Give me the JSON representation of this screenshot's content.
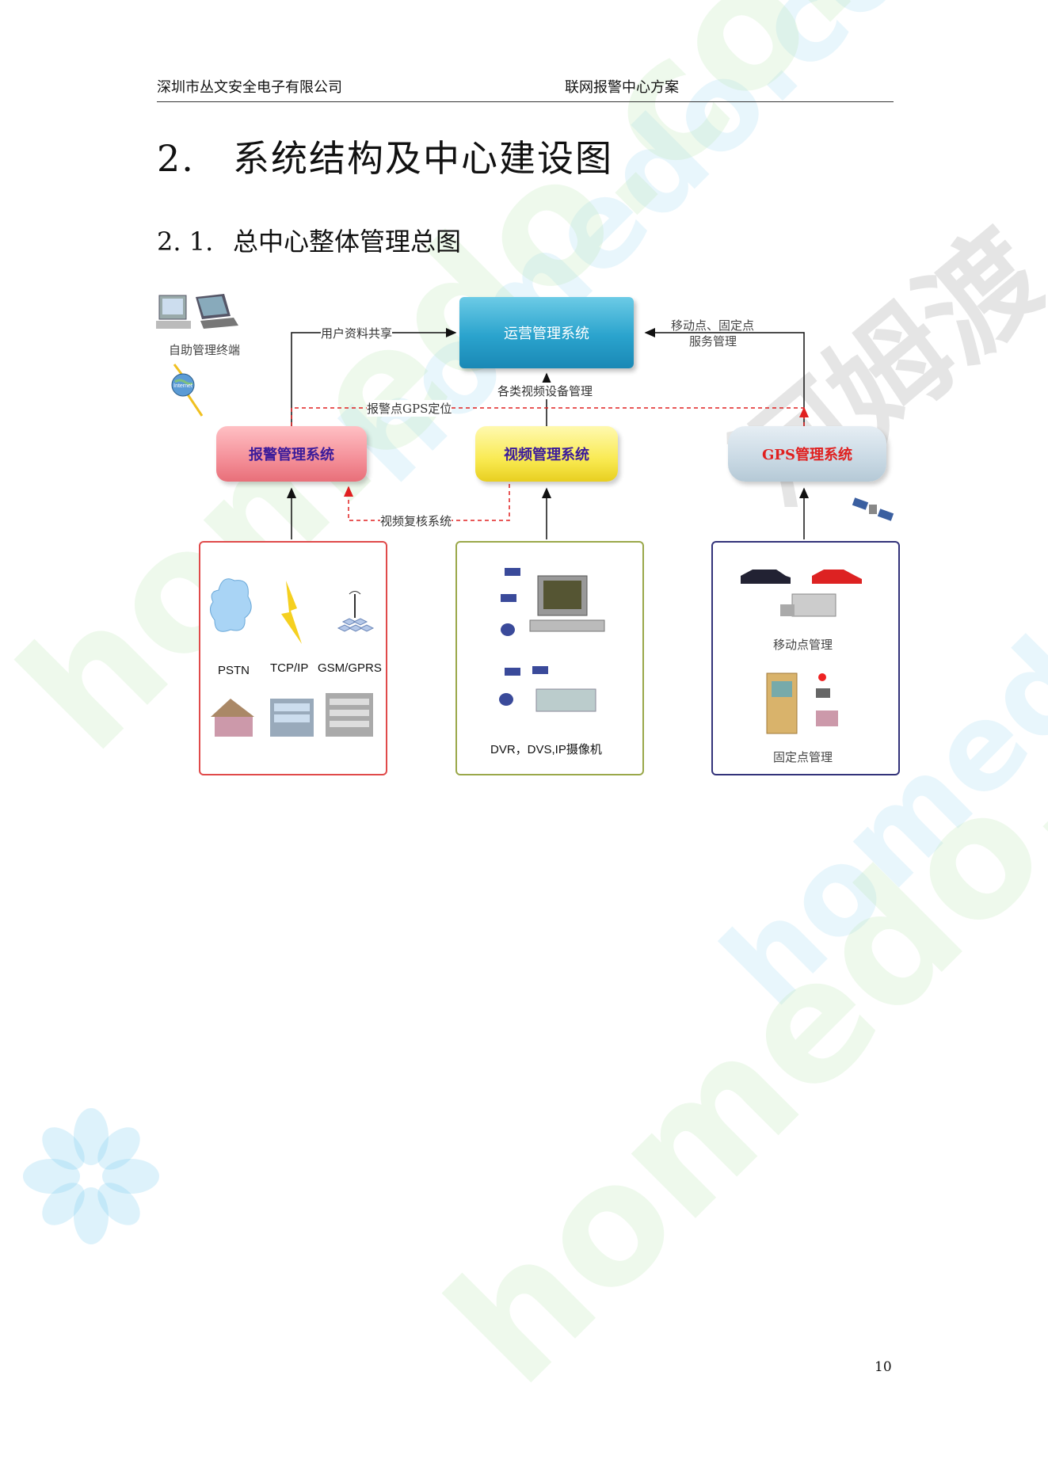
{
  "header": {
    "company": "深圳市丛文安全电子有限公司",
    "doc_title": "联网报警中心方案"
  },
  "section": {
    "number": "2.",
    "title": "系统结构及中心建设图"
  },
  "subsection": {
    "number": "2. 1.",
    "title": "总中心整体管理总图"
  },
  "diagram": {
    "ops_system": "运营管理系统",
    "alarm_system": "报警管理系统",
    "video_system": "视频管理系统",
    "gps_system": "GPS管理系统",
    "self_terminal": "自助管理终端",
    "internet_label": "Internet",
    "user_share": "用户资料共享",
    "mobile_fixed_line1": "移动点、固定点",
    "mobile_fixed_line2": "服务管理",
    "video_devices": "各类视频设备管理",
    "alarm_gps": "报警点GPS定位",
    "video_review": "视频复核系统",
    "pstn": "PSTN",
    "tcpip": "TCP/IP",
    "gsm": "GSM/GPRS",
    "dvr": "DVR，DVS,IP摄像机",
    "mobile_mgmt": "移动点管理",
    "fixed_mgmt": "固定点管理"
  },
  "watermark": {
    "text": "homedo.com",
    "cn": "河姆渡"
  },
  "page_number": "10",
  "colors": {
    "ops": "#2aa3cd",
    "alarm": "#f48f98",
    "video": "#f9ea52",
    "gps": "#c9d9e4",
    "dashed": "#e02020"
  }
}
